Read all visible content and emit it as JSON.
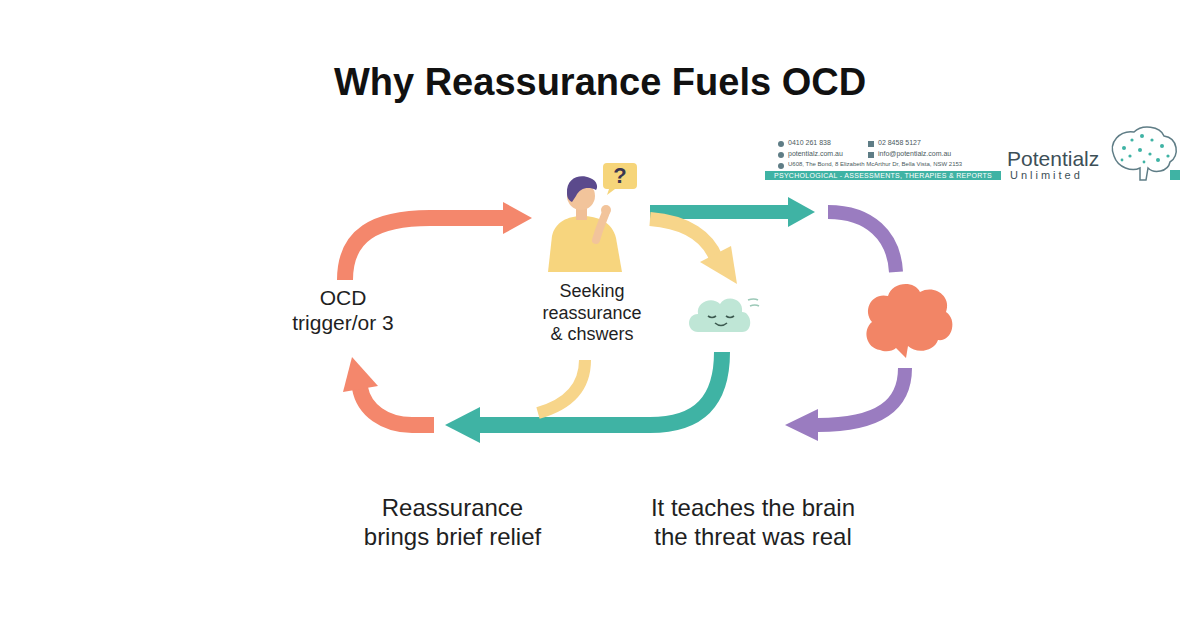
{
  "diagram": {
    "title": "Why Reassurance Fuels OCD",
    "nodes": [
      {
        "text": [
          "?"
        ]
      },
      {
        "text": [
          "PSYCHOLOGICAL - ASSESSMENTS, THERAPIES & REPORTS"
        ]
      }
    ],
    "labels": [
      "OCD trigger/or 3",
      "Seeking reassurance & chswers",
      "Reassurance brings brief relief",
      "It teaches the brain the threat was real",
      "0410 261 838",
      "02 8458 5127",
      "potentialz.com.au",
      "info@potentialz.com.au",
      "U608, The Bond, 8 Elizabeth McArthur Dr, Bella Vista, NSW 2153",
      "Potentialz",
      "Unlimited"
    ]
  }
}
